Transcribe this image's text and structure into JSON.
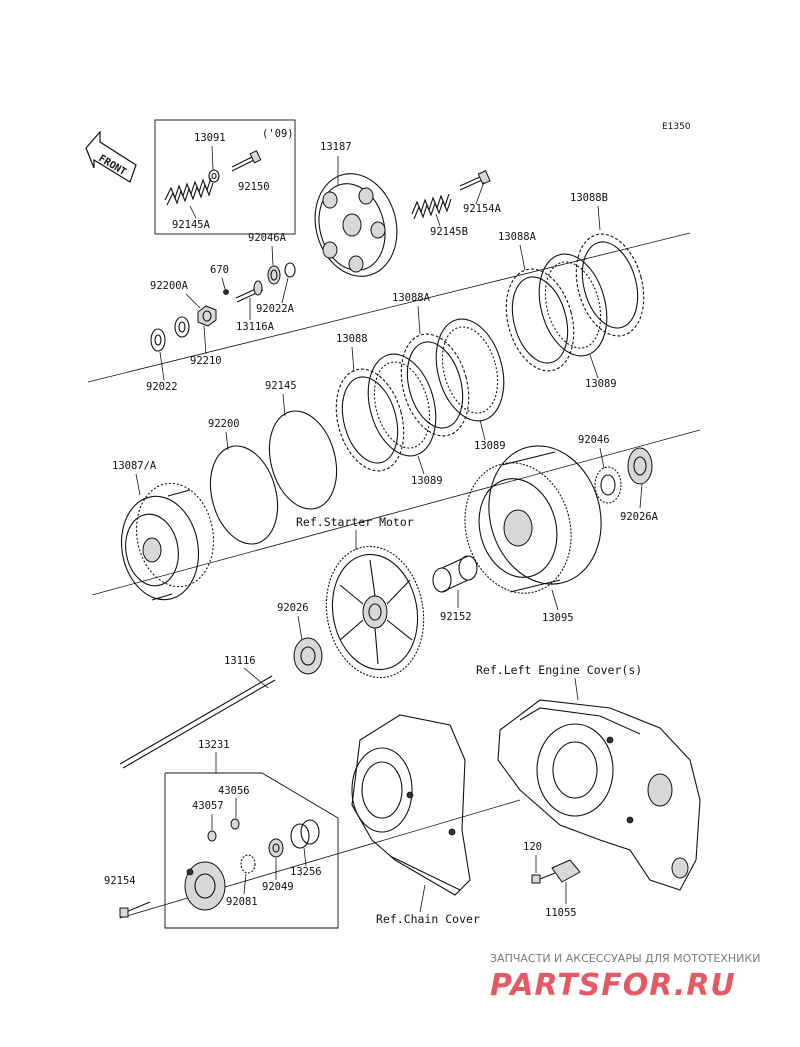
{
  "diagram_code": "E1350",
  "front_label": "FRONT",
  "year_label": "('09)",
  "parts": {
    "p13091": "13091",
    "p92150": "92150",
    "p92145A": "92145A",
    "p13187": "13187",
    "p92154A": "92154A",
    "p92145B": "92145B",
    "p13088B": "13088B",
    "p13088A_1": "13088A",
    "p13088A_2": "13088A",
    "p92046A": "92046A",
    "p670": "670",
    "p92022A": "92022A",
    "p92200A": "92200A",
    "p13116A": "13116A",
    "p92210": "92210",
    "p92022": "92022",
    "p13088": "13088",
    "p13089_1": "13089",
    "p13089_2": "13089",
    "p13089_3": "13089",
    "p92145": "92145",
    "p92200": "92200",
    "p13087A": "13087/A",
    "p92046": "92046",
    "p92026A": "92026A",
    "p92152": "92152",
    "p13095": "13095",
    "p92026": "92026",
    "p13116": "13116",
    "p13231": "13231",
    "p43056": "43056",
    "p43057": "43057",
    "p13256": "13256",
    "p92049": "92049",
    "p92081": "92081",
    "p92154": "92154",
    "p120": "120",
    "p11055": "11055"
  },
  "refs": {
    "starter_motor": "Ref.Starter Motor",
    "left_engine_cover": "Ref.Left Engine Cover(s)",
    "chain_cover": "Ref.Chain Cover"
  },
  "watermark": {
    "tagline": "ЗАПЧАСТИ И АКСЕССУАРЫ ДЛЯ МОТОТЕХНИКИ",
    "logo": "PARTSFOR.RU"
  }
}
